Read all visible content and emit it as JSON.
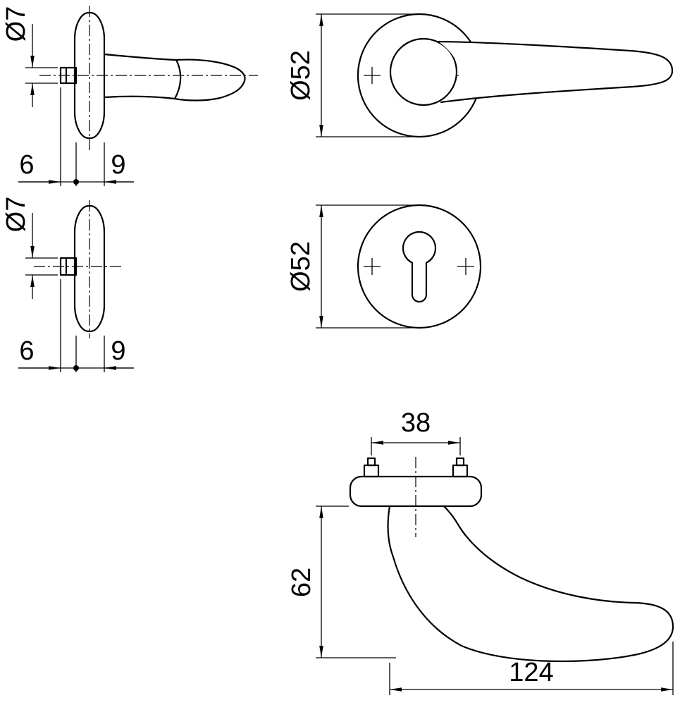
{
  "views": {
    "handle_side": {
      "label_diameter": "Ø7",
      "label_offset": "6",
      "label_thickness": "9"
    },
    "handle_front": {
      "label_diameter": "Ø52"
    },
    "key_side": {
      "label_diameter": "Ø7",
      "label_offset": "6",
      "label_thickness": "9"
    },
    "key_front": {
      "label_diameter": "Ø52"
    },
    "handle_elevation": {
      "label_spindle": "38",
      "label_projection": "62",
      "label_length": "124"
    }
  },
  "colors": {
    "line_color": "#000000",
    "background": "#ffffff"
  }
}
